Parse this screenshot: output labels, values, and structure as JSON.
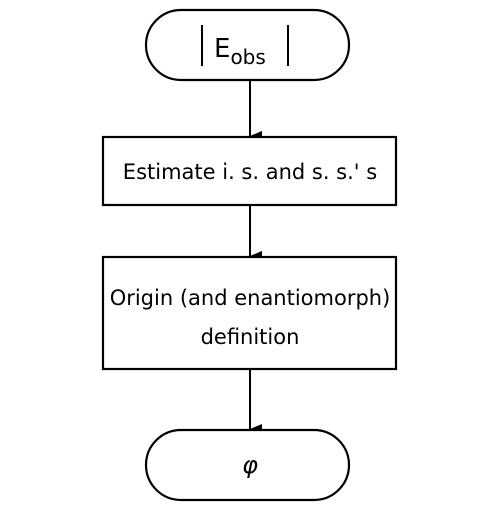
{
  "nodes": [
    {
      "id": "start",
      "shape": "terminal",
      "text": "E",
      "subscript": "obs",
      "bars": true
    },
    {
      "id": "estimate",
      "shape": "process",
      "lines": [
        "Estimate i. s. and s. s.' s"
      ]
    },
    {
      "id": "origin",
      "shape": "process",
      "lines": [
        "Origin (and enantiomorph)",
        "definition"
      ]
    },
    {
      "id": "end",
      "shape": "terminal",
      "text": "φ"
    }
  ],
  "edges": [
    {
      "from": "start",
      "to": "estimate"
    },
    {
      "from": "estimate",
      "to": "origin"
    },
    {
      "from": "origin",
      "to": "end"
    }
  ]
}
